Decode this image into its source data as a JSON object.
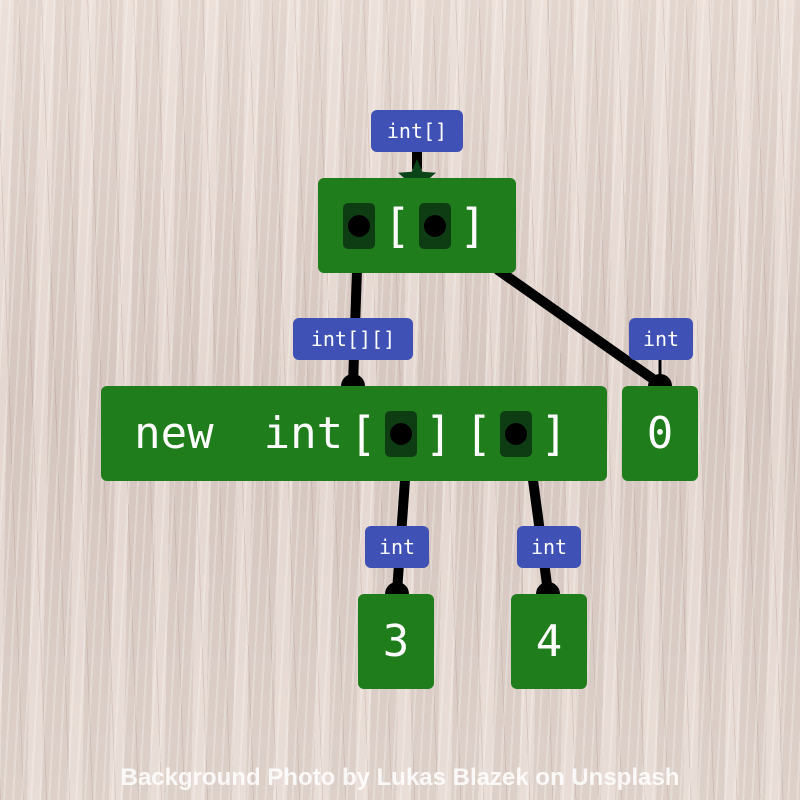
{
  "root": {
    "open": "[",
    "close": "]",
    "type_tag": "int[]"
  },
  "new_expr": {
    "keyword": "new",
    "type": "int",
    "open1": "[",
    "close1": "]",
    "open2": "[",
    "close2": "]",
    "type_tag": "int[][]"
  },
  "index_literal": {
    "value": "0",
    "type_tag": "int"
  },
  "dim1": {
    "value": "3",
    "type_tag": "int"
  },
  "dim2": {
    "value": "4",
    "type_tag": "int"
  },
  "credit": "Background Photo by Lukas Blazek on Unsplash",
  "colors": {
    "node": "#1f7d1c",
    "slot": "#0e3d14",
    "tag": "#3f51b5",
    "edge": "#000000",
    "star": "#0b4419"
  }
}
